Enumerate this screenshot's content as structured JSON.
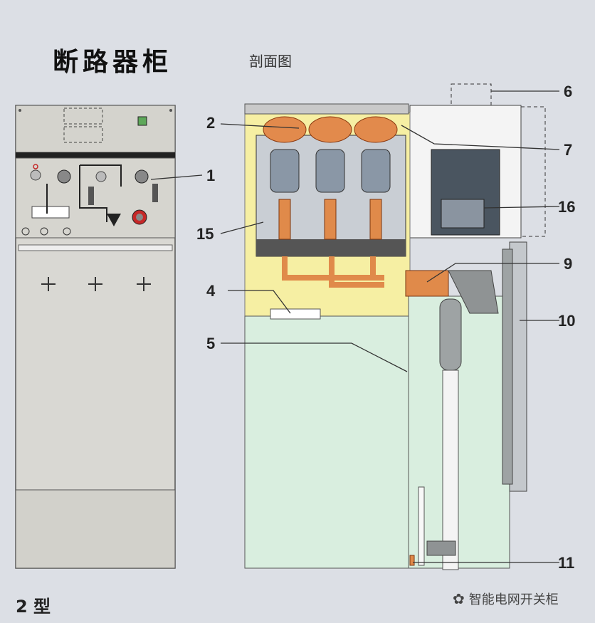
{
  "title": "断路器柜",
  "subtitle": "剖面图",
  "type_label": "2 型",
  "watermark": "智能电网开关柜",
  "callouts": [
    "1",
    "2",
    "4",
    "5",
    "6",
    "7",
    "9",
    "10",
    "11",
    "15",
    "16"
  ],
  "colors": {
    "background": "#dcdfe5",
    "panel_face": "#d6d6d1",
    "busbar_compartment": "#f7f0a8",
    "cable_compartment": "#d9eedf",
    "copper": "#e08a4a",
    "mechanism": "#4a5560"
  }
}
